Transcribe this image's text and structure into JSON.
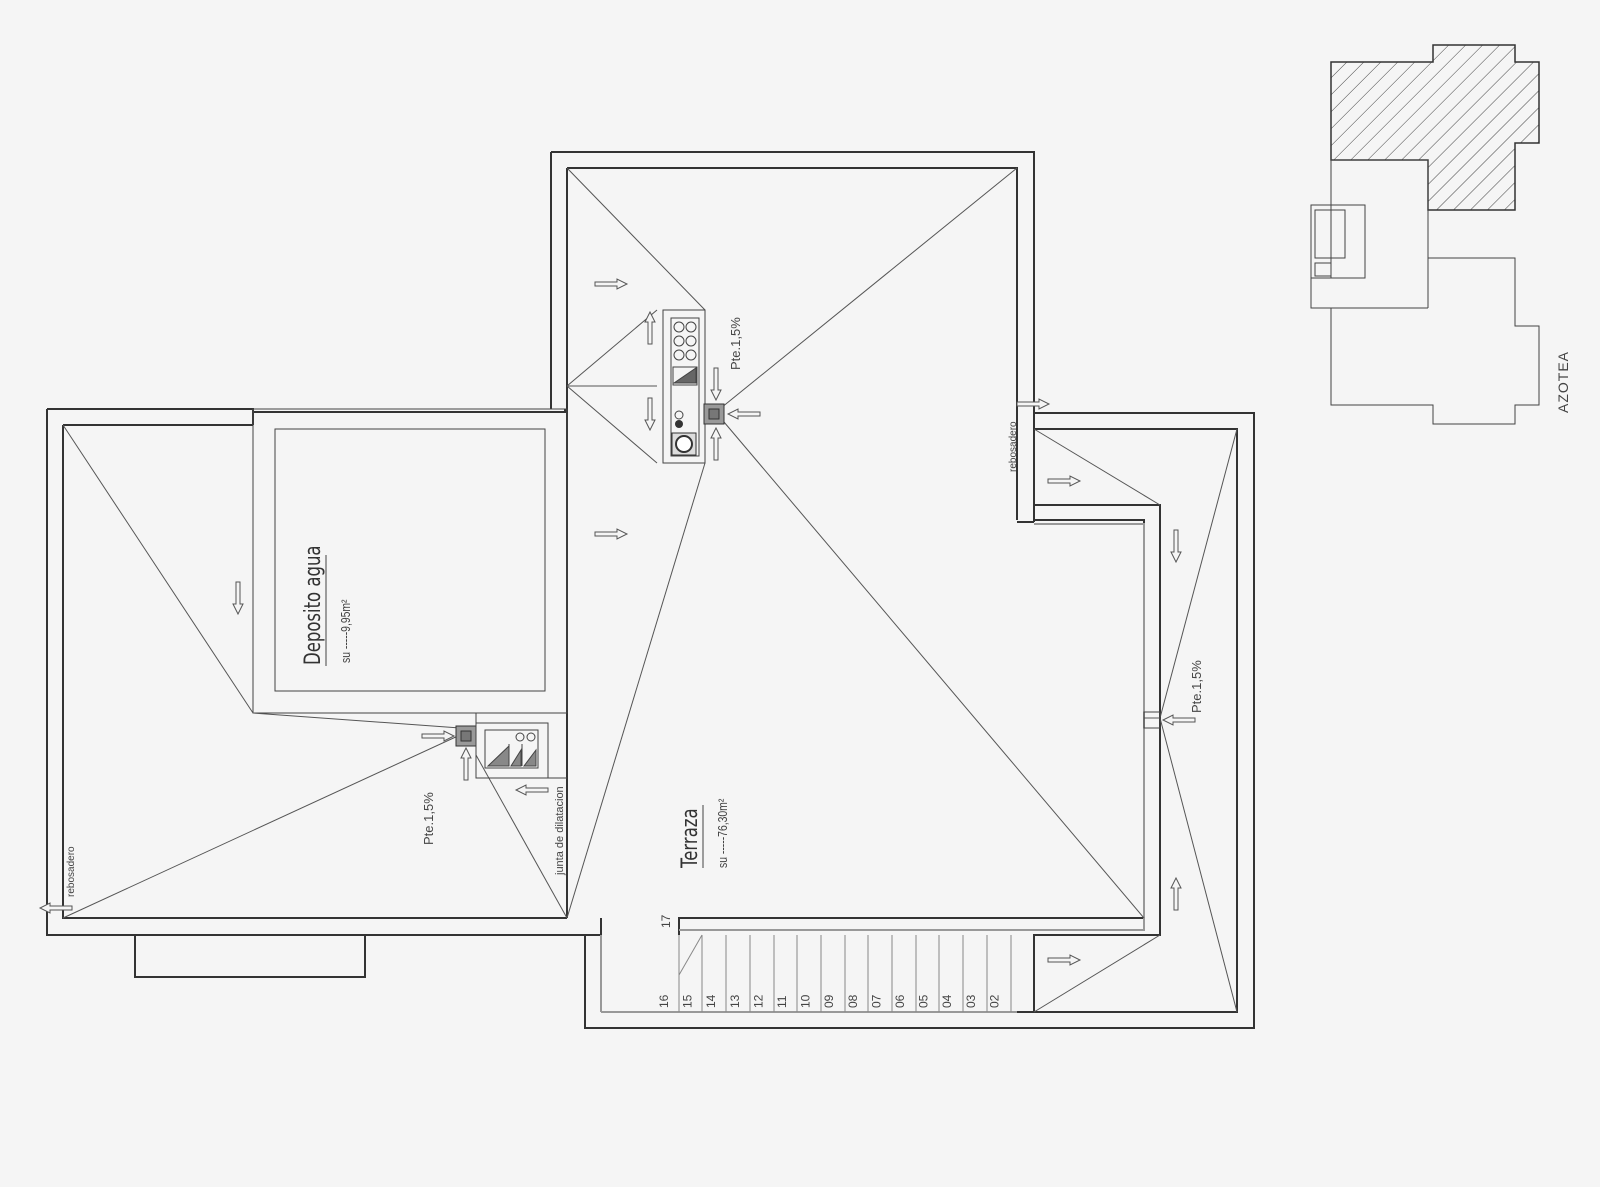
{
  "rooms": {
    "deposito": {
      "name": "Deposito agua",
      "area": "su -----9,95m²"
    },
    "terraza": {
      "name": "Terraza",
      "area": "su -----76,30m²"
    }
  },
  "notes": {
    "slope_top": "Pte.1,5%",
    "slope_left": "Pte.1,5%",
    "slope_right": "Pte.1,5%",
    "overflow_left": "rebosadero",
    "overflow_top": "rebosadero",
    "joint": "junta de dilatacion"
  },
  "stairs": {
    "top_step": "17",
    "steps": [
      "16",
      "15",
      "14",
      "13",
      "12",
      "11",
      "10",
      "09",
      "08",
      "07",
      "06",
      "05",
      "04",
      "03",
      "02"
    ]
  },
  "key_plan": {
    "label": "AZOTEA"
  }
}
